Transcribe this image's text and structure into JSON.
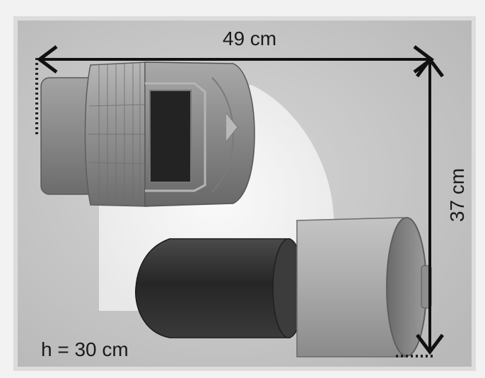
{
  "dimensions": {
    "width_label": "49 cm",
    "depth_label": "37 cm",
    "height_label": "h = 30 cm"
  },
  "colors": {
    "panel_background": "#c9c9c9",
    "frame": "#e6e6e6",
    "arrow": "#111111",
    "dark_component": "#2d2d2d"
  }
}
